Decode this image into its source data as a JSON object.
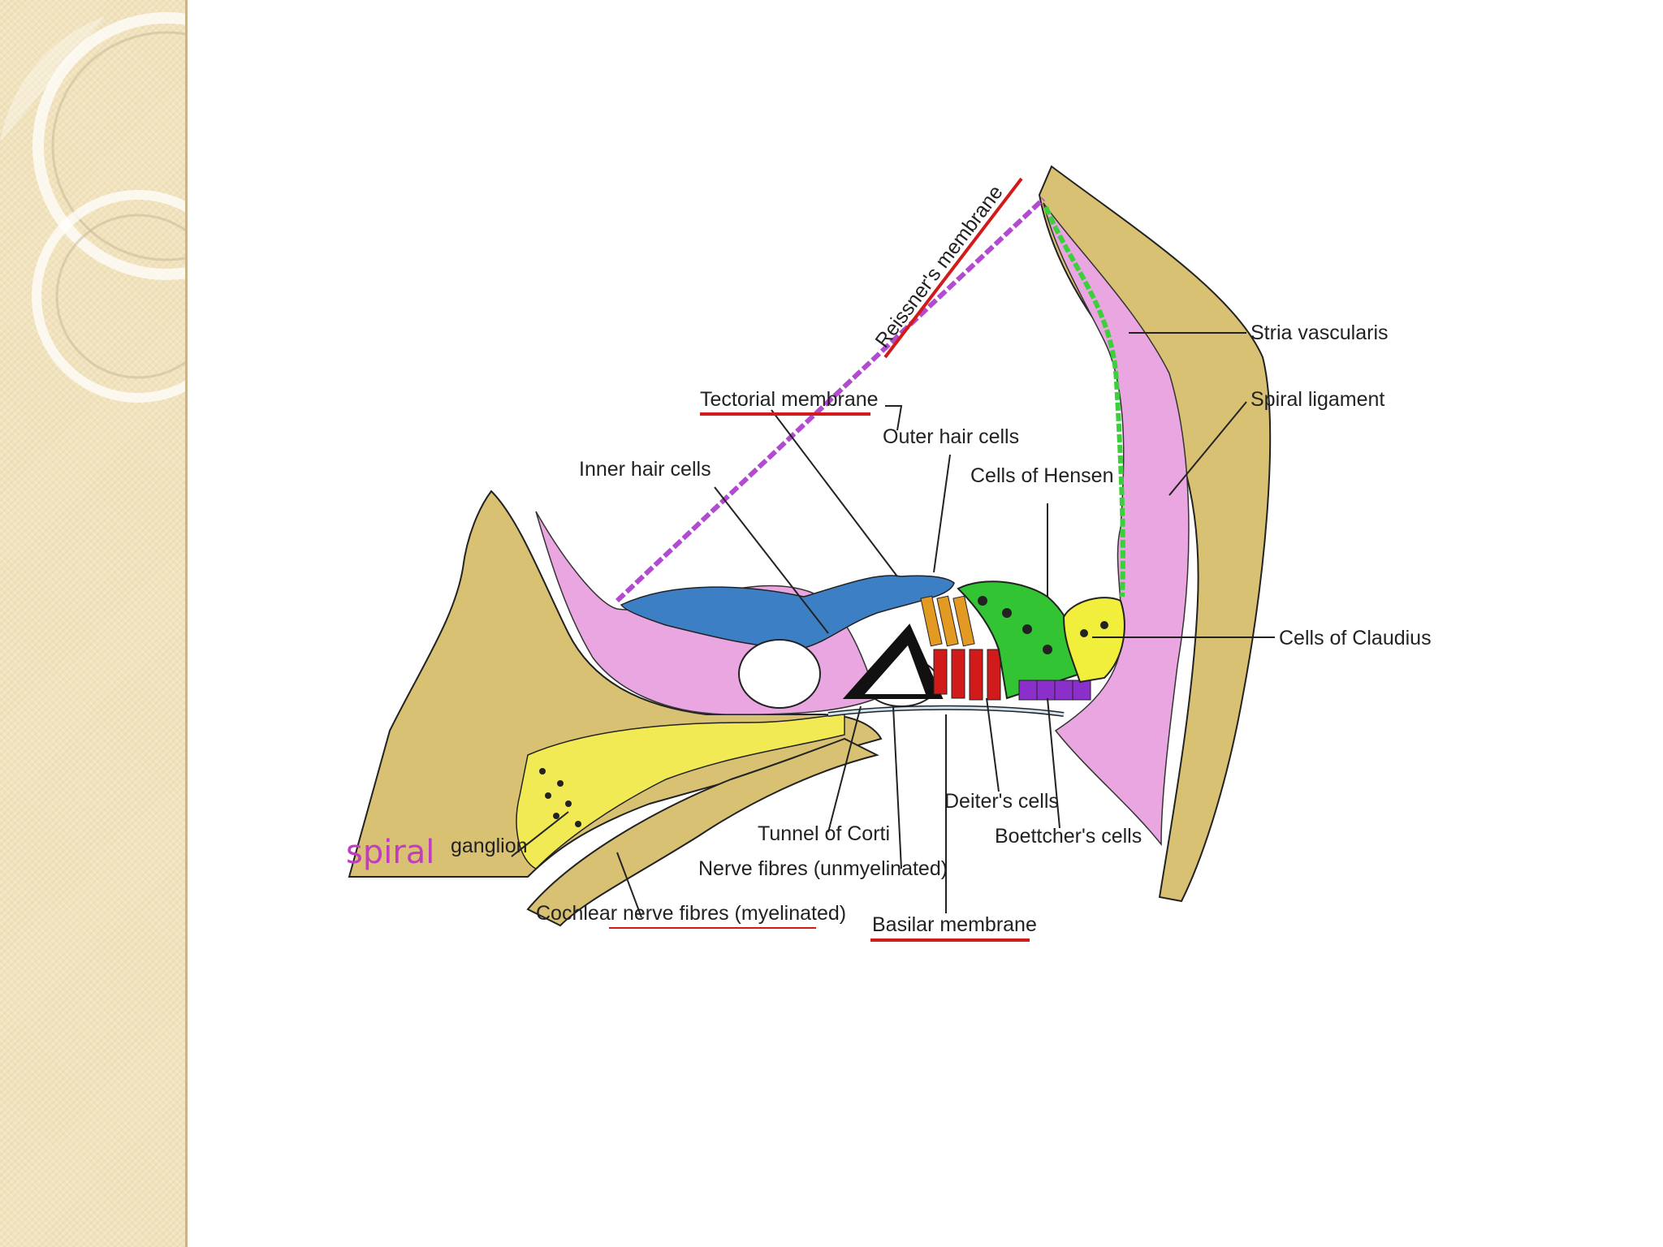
{
  "diagram": {
    "labels": {
      "reissner": "Reissner's membrane",
      "stria": "Stria vascularis",
      "spiral_ligament": "Spiral ligament",
      "tectorial": "Tectorial membrane",
      "outer_hair": "Outer hair cells",
      "inner_hair": "Inner hair cells",
      "hensen": "Cells of Hensen",
      "claudius": "Cells of Claudius",
      "deiter": "Deiter's cells",
      "boettcher": "Boettcher's cells",
      "tunnel": "Tunnel of Corti",
      "nerve_unmyel": "Nerve fibres (unmyelinated)",
      "cochlear_nerve": "Cochlear nerve fibres (myelinated)",
      "basilar": "Basilar membrane",
      "ganglion": "ganglion",
      "spiral": "spiral"
    },
    "colors": {
      "bone": "#d9c173",
      "ligament_pink": "#e9a6e0",
      "tectorial_blue": "#3d7fc4",
      "stria_green": "#3ccf3c",
      "nerve_yellow": "#f2ea55",
      "hensen_green": "#32c432",
      "claudius_yellow": "#f1ee3c",
      "deiter_red": "#d11b1b",
      "outer_orange": "#e39a22",
      "boettcher_purple": "#8a2fc9",
      "underline_red": "#d21a1a",
      "spiral_magenta": "#c13cc1"
    }
  }
}
